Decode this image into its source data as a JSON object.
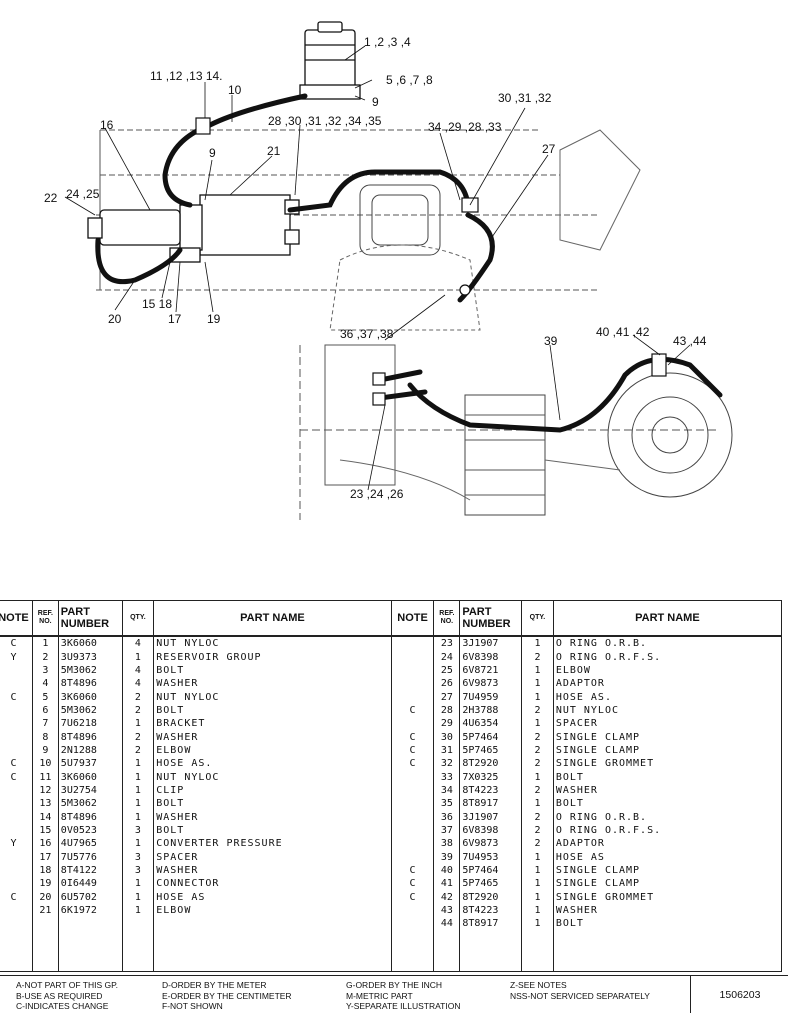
{
  "callouts": [
    "1 ,2 ,3 ,4",
    "11 ,12 ,13 14.",
    "10",
    "5 ,6 ,7 ,8",
    "9",
    "28 ,30 ,31 ,32 ,34 ,35",
    "30 ,31 ,32",
    "34 ,29 ,28 ,33",
    "27",
    "16",
    "9",
    "21",
    "22",
    "24 ,25",
    "20",
    "15 18",
    "17",
    "19",
    "36 ,37 ,38",
    "39",
    "40 ,41 ,42",
    "43 ,44",
    "23 ,24 ,26"
  ],
  "table": {
    "headers": {
      "note": "NOTE",
      "ref": "REF. NO.",
      "part_number": "PART NUMBER",
      "qty": "QTY.",
      "part_name": "PART NAME"
    },
    "left": [
      {
        "note": "C",
        "ref": "1",
        "part": "3K6060",
        "qty": "4",
        "name": "NUT NYLOC"
      },
      {
        "note": "Y",
        "ref": "2",
        "part": "3U9373",
        "qty": "1",
        "name": "RESERVOIR GROUP"
      },
      {
        "note": "",
        "ref": "3",
        "part": "5M3062",
        "qty": "4",
        "name": "BOLT"
      },
      {
        "note": "",
        "ref": "4",
        "part": "8T4896",
        "qty": "4",
        "name": "WASHER"
      },
      {
        "note": "C",
        "ref": "5",
        "part": "3K6060",
        "qty": "2",
        "name": "NUT NYLOC"
      },
      {
        "note": "",
        "ref": "6",
        "part": "5M3062",
        "qty": "2",
        "name": "BOLT"
      },
      {
        "note": "",
        "ref": "7",
        "part": "7U6218",
        "qty": "1",
        "name": "BRACKET"
      },
      {
        "note": "",
        "ref": "8",
        "part": "8T4896",
        "qty": "2",
        "name": "WASHER"
      },
      {
        "note": "",
        "ref": "9",
        "part": "2N1288",
        "qty": "2",
        "name": "ELBOW"
      },
      {
        "note": "C",
        "ref": "10",
        "part": "5U7937",
        "qty": "1",
        "name": "HOSE AS."
      },
      {
        "note": "C",
        "ref": "11",
        "part": "3K6060",
        "qty": "1",
        "name": "NUT NYLOC"
      },
      {
        "note": "",
        "ref": "12",
        "part": "3U2754",
        "qty": "1",
        "name": "CLIP"
      },
      {
        "note": "",
        "ref": "13",
        "part": "5M3062",
        "qty": "1",
        "name": "BOLT"
      },
      {
        "note": "",
        "ref": "14",
        "part": "8T4896",
        "qty": "1",
        "name": "WASHER"
      },
      {
        "note": "",
        "ref": "15",
        "part": "0V0523",
        "qty": "3",
        "name": "BOLT"
      },
      {
        "note": "Y",
        "ref": "16",
        "part": "4U7965",
        "qty": "1",
        "name": "CONVERTER PRESSURE"
      },
      {
        "note": "",
        "ref": "17",
        "part": "7U5776",
        "qty": "3",
        "name": "SPACER"
      },
      {
        "note": "",
        "ref": "18",
        "part": "8T4122",
        "qty": "3",
        "name": "WASHER"
      },
      {
        "note": "",
        "ref": "19",
        "part": "0I6449",
        "qty": "1",
        "name": "CONNECTOR"
      },
      {
        "note": "C",
        "ref": "20",
        "part": "6U5702",
        "qty": "1",
        "name": "HOSE AS"
      },
      {
        "note": "",
        "ref": "21",
        "part": "6K1972",
        "qty": "1",
        "name": "ELBOW"
      },
      {
        "note": "",
        "ref": "",
        "part": "",
        "qty": "",
        "name": ""
      },
      {
        "note": "",
        "ref": "",
        "part": "",
        "qty": "",
        "name": ""
      },
      {
        "note": "",
        "ref": "",
        "part": "",
        "qty": "",
        "name": ""
      },
      {
        "note": "",
        "ref": "",
        "part": "",
        "qty": "",
        "name": ""
      }
    ],
    "right": [
      {
        "note": "",
        "ref": "23",
        "part": "3J1907",
        "qty": "1",
        "name": "O RING O.R.B."
      },
      {
        "note": "",
        "ref": "24",
        "part": "6V8398",
        "qty": "2",
        "name": "O RING O.R.F.S."
      },
      {
        "note": "",
        "ref": "25",
        "part": "6V8721",
        "qty": "1",
        "name": "ELBOW"
      },
      {
        "note": "",
        "ref": "26",
        "part": "6V9873",
        "qty": "1",
        "name": "ADAPTOR"
      },
      {
        "note": "",
        "ref": "27",
        "part": "7U4959",
        "qty": "1",
        "name": "HOSE AS."
      },
      {
        "note": "C",
        "ref": "28",
        "part": "2H3788",
        "qty": "2",
        "name": "NUT NYLOC"
      },
      {
        "note": "",
        "ref": "29",
        "part": "4U6354",
        "qty": "1",
        "name": "SPACER"
      },
      {
        "note": "C",
        "ref": "30",
        "part": "5P7464",
        "qty": "2",
        "name": "SINGLE CLAMP"
      },
      {
        "note": "C",
        "ref": "31",
        "part": "5P7465",
        "qty": "2",
        "name": "SINGLE CLAMP"
      },
      {
        "note": "C",
        "ref": "32",
        "part": "8T2920",
        "qty": "2",
        "name": "SINGLE GROMMET"
      },
      {
        "note": "",
        "ref": "33",
        "part": "7X0325",
        "qty": "1",
        "name": "BOLT"
      },
      {
        "note": "",
        "ref": "34",
        "part": "8T4223",
        "qty": "2",
        "name": "WASHER"
      },
      {
        "note": "",
        "ref": "35",
        "part": "8T8917",
        "qty": "1",
        "name": "BOLT"
      },
      {
        "note": "",
        "ref": "36",
        "part": "3J1907",
        "qty": "2",
        "name": "O RING O.R.B."
      },
      {
        "note": "",
        "ref": "37",
        "part": "6V8398",
        "qty": "2",
        "name": "O RING O.R.F.S."
      },
      {
        "note": "",
        "ref": "38",
        "part": "6V9873",
        "qty": "2",
        "name": "ADAPTOR"
      },
      {
        "note": "",
        "ref": "39",
        "part": "7U4953",
        "qty": "1",
        "name": "HOSE AS"
      },
      {
        "note": "C",
        "ref": "40",
        "part": "5P7464",
        "qty": "1",
        "name": "SINGLE CLAMP"
      },
      {
        "note": "C",
        "ref": "41",
        "part": "5P7465",
        "qty": "1",
        "name": "SINGLE CLAMP"
      },
      {
        "note": "C",
        "ref": "42",
        "part": "8T2920",
        "qty": "1",
        "name": "SINGLE GROMMET"
      },
      {
        "note": "",
        "ref": "43",
        "part": "8T4223",
        "qty": "1",
        "name": "WASHER"
      },
      {
        "note": "",
        "ref": "44",
        "part": "8T8917",
        "qty": "1",
        "name": "BOLT"
      },
      {
        "note": "",
        "ref": "",
        "part": "",
        "qty": "",
        "name": ""
      },
      {
        "note": "",
        "ref": "",
        "part": "",
        "qty": "",
        "name": ""
      },
      {
        "note": "",
        "ref": "",
        "part": "",
        "qty": "",
        "name": ""
      }
    ]
  },
  "legend": {
    "col1": [
      "A-NOT PART OF THIS GP.",
      "B-USE AS REQUIRED",
      "C-INDICATES CHANGE"
    ],
    "col2": [
      "D-ORDER BY THE METER",
      "E-ORDER BY THE CENTIMETER",
      "F-NOT SHOWN"
    ],
    "col3": [
      "G-ORDER BY THE INCH",
      "M-METRIC PART",
      "Y-SEPARATE ILLUSTRATION"
    ],
    "col4": [
      "Z-SEE NOTES",
      "NSS-NOT SERVICED SEPARATELY"
    ]
  },
  "doc_number": "1506203"
}
